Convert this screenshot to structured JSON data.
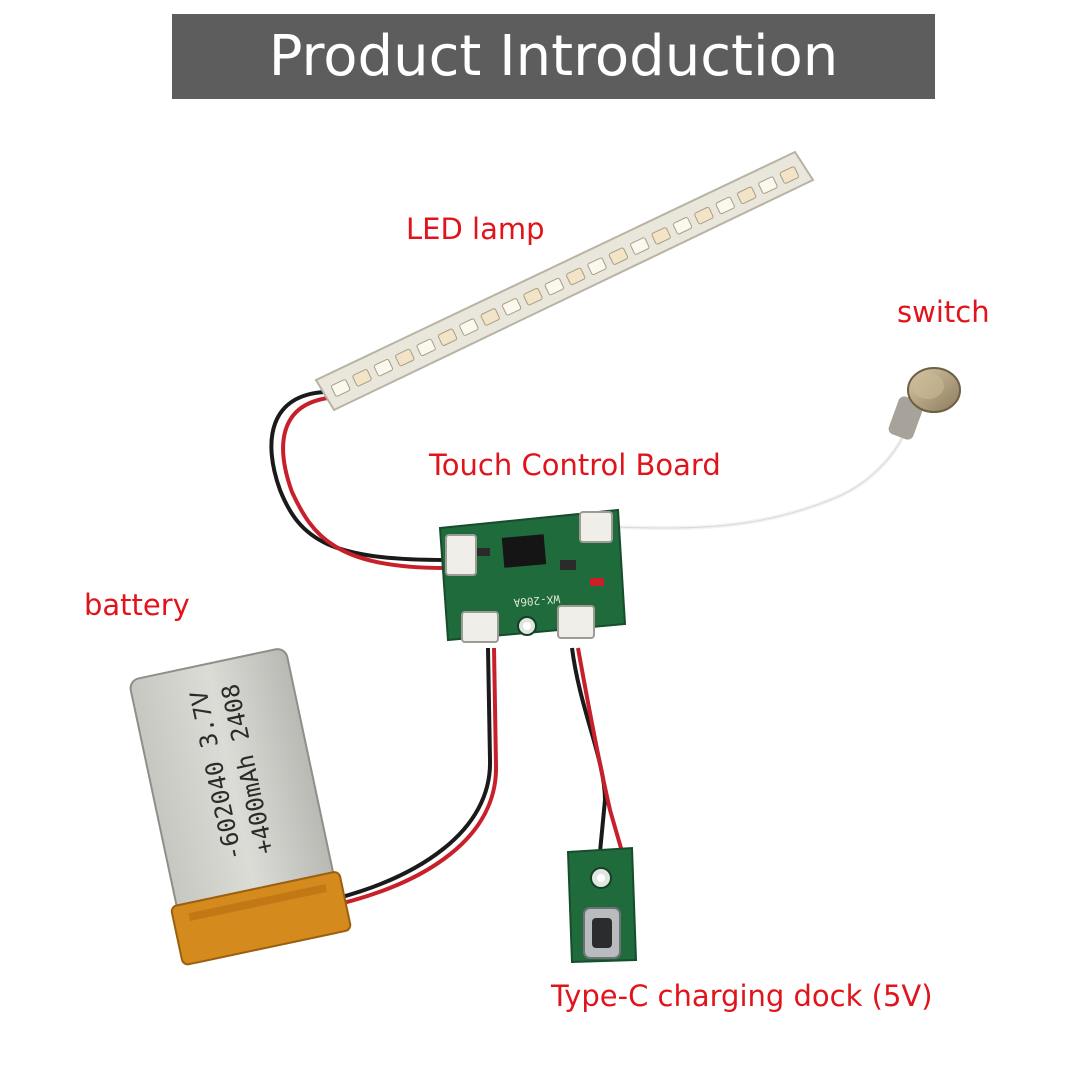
{
  "banner": {
    "title": "Product Introduction"
  },
  "labels": {
    "led_lamp": "LED lamp",
    "switch": "switch",
    "touch_board": "Touch Control Board",
    "battery": "battery",
    "charging_dock": "Type-C charging dock (5V)"
  },
  "battery_print": {
    "line1": "-602040 3.7V",
    "line2": "+400mAh 2408"
  },
  "board_print": {
    "model": "WX-206A"
  },
  "colors": {
    "banner": "#5d5d5d",
    "label_text": "#e0141a",
    "pcb": "#1f6b3c",
    "wire_red": "#c8202a",
    "wire_black": "#1a1a1a"
  }
}
